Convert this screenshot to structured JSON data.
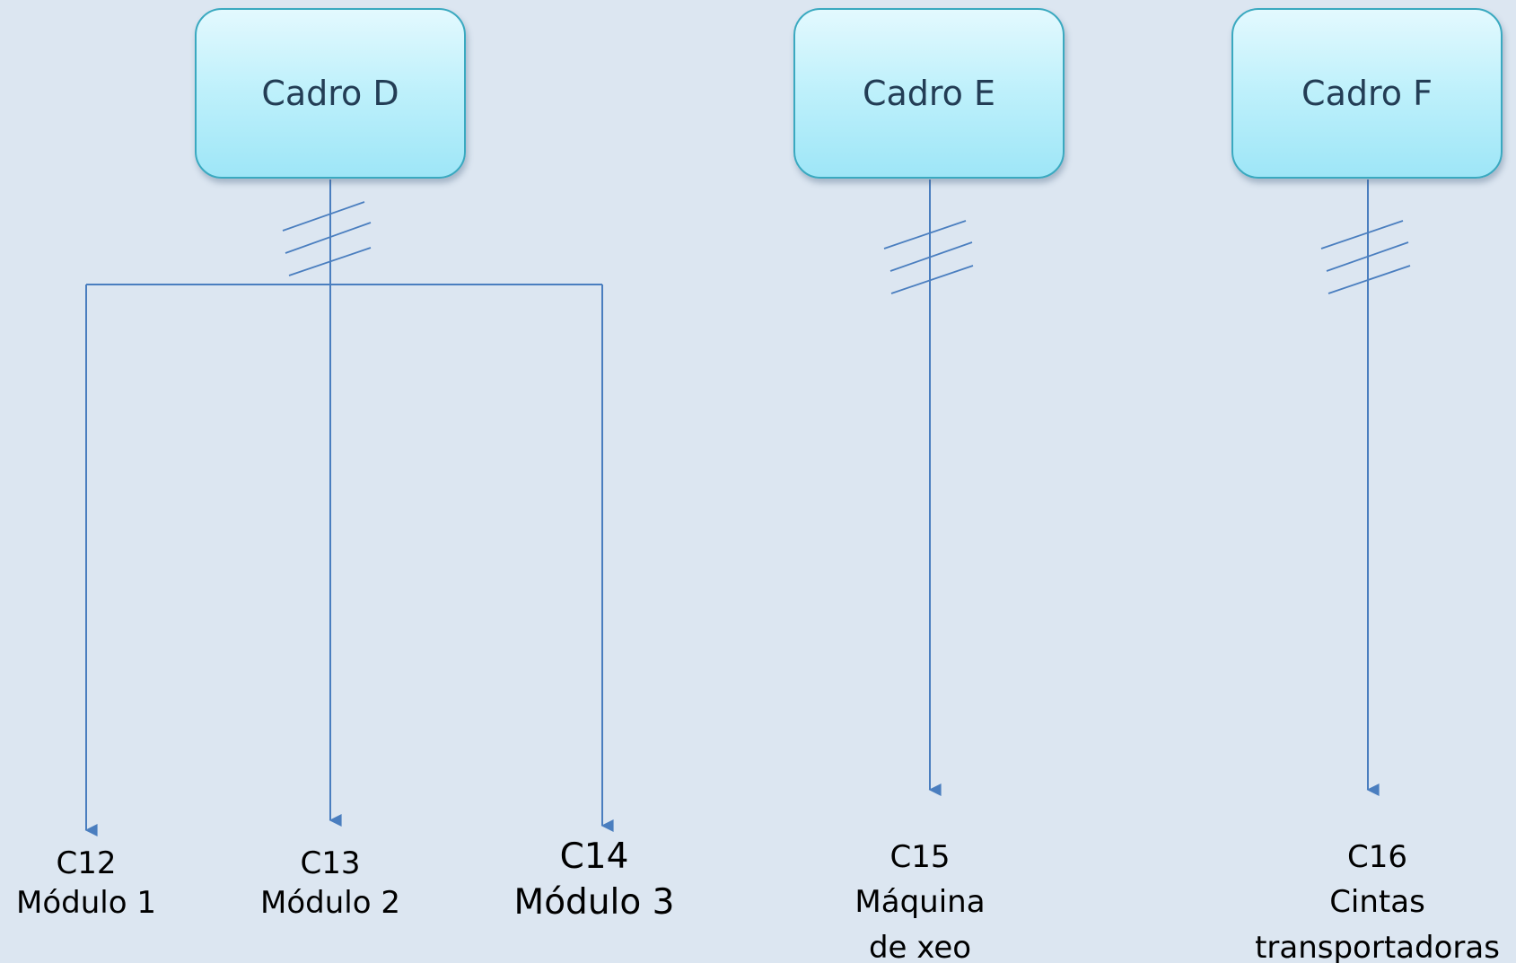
{
  "panels": [
    {
      "id": "D",
      "label": "Cadro D"
    },
    {
      "id": "E",
      "label": "Cadro E"
    },
    {
      "id": "F",
      "label": "Cadro F"
    }
  ],
  "circuits": [
    {
      "code": "C12",
      "description": "Módulo 1"
    },
    {
      "code": "C13",
      "description": "Módulo 2"
    },
    {
      "code": "C14",
      "description": "Módulo 3"
    },
    {
      "code": "C15",
      "description": "Máquina\nde xeo"
    },
    {
      "code": "C16",
      "description": "Cintas\ntransportadoras"
    }
  ],
  "colors": {
    "background": "#dce6f1",
    "wire": "#4a7ebf",
    "box_border": "#3aa9c0",
    "box_text": "#233d55"
  }
}
